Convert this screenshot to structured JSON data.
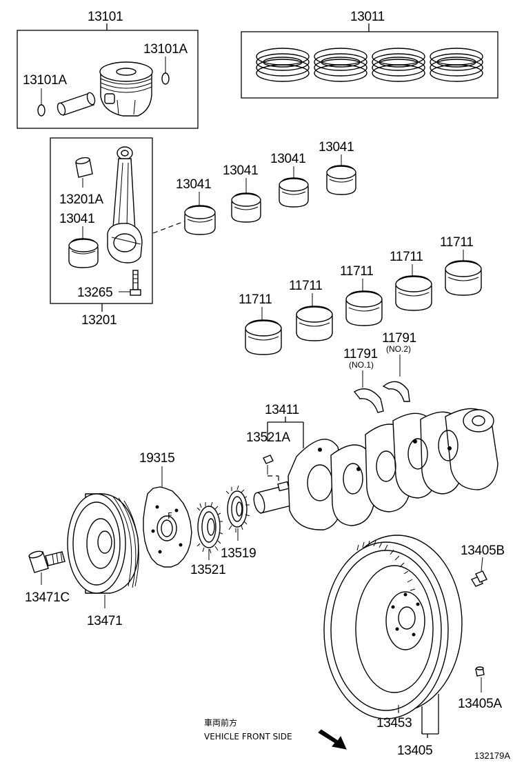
{
  "diagram": {
    "labels": {
      "p13101": "13101",
      "p13011": "13011",
      "p13101A_right": "13101A",
      "p13101A_left": "13101A",
      "p13201A": "13201A",
      "p13041_rod": "13041",
      "p13265": "13265",
      "p13201": "13201",
      "p13041_a": "13041",
      "p13041_b": "13041",
      "p13041_c": "13041",
      "p13041_d": "13041",
      "p11711_a": "11711",
      "p11711_b": "11711",
      "p11711_c": "11711",
      "p11711_d": "11711",
      "p11711_e": "11711",
      "p11791_a": "11791",
      "p11791_b": "11791",
      "no1": "(NO.1)",
      "no2": "(NO.2)",
      "p13411": "13411",
      "p13521A": "13521A",
      "p19315": "19315",
      "p13521": "13521",
      "p13519": "13519",
      "p13471C": "13471C",
      "p13471": "13471",
      "p13405B": "13405B",
      "p13405A": "13405A",
      "p13453": "13453",
      "p13405": "13405",
      "front_jp": "車両前方",
      "front_en": "VEHICLE FRONT SIDE",
      "drawing_no": "132179A"
    }
  }
}
